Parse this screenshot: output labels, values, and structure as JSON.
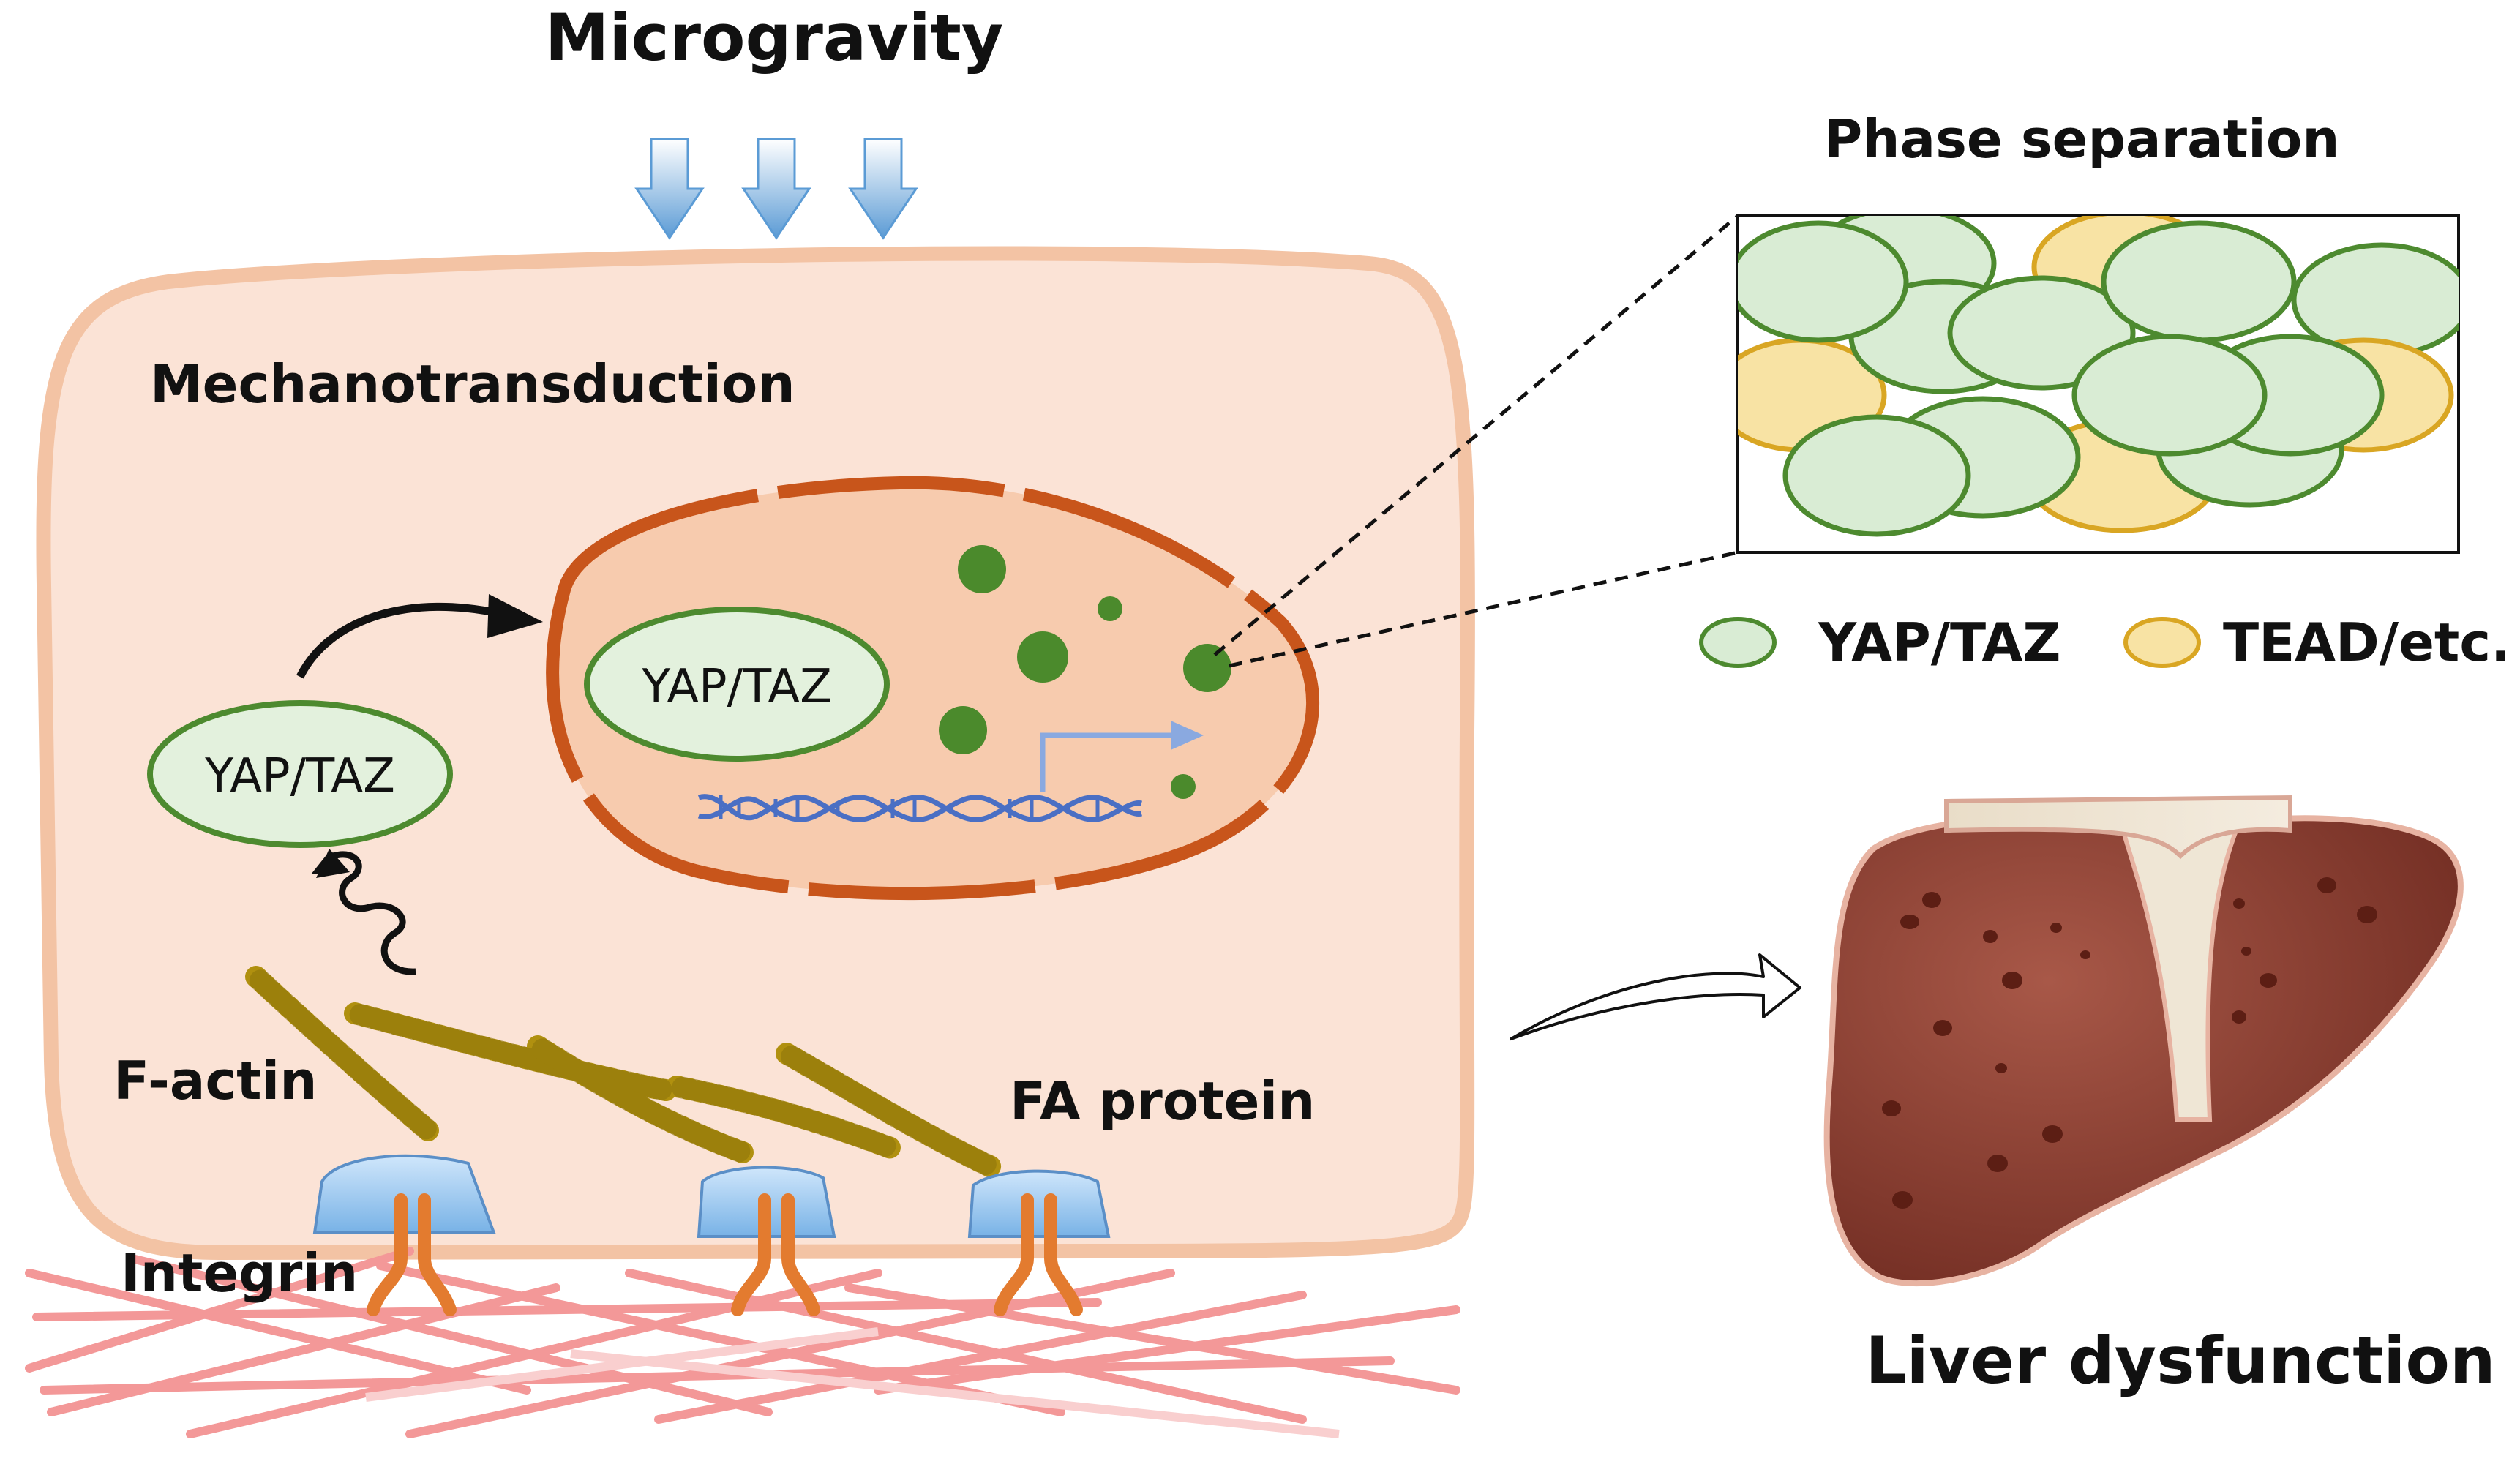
{
  "title": "Microgravity",
  "cell": {
    "process_label": "Mechanotransduction",
    "cytoplasm_protein": "YAP/TAZ",
    "nuclear_protein": "YAP/TAZ",
    "factin_label": "F-actin",
    "fa_protein_label": "FA protein",
    "integrin_label": "Integrin"
  },
  "inset": {
    "title": "Phase separation",
    "legend": [
      {
        "label": "YAP/TAZ",
        "fill": "#d9ecd4",
        "stroke": "#4d8a2f"
      },
      {
        "label": "TEAD/etc.",
        "fill": "#f8e3a4",
        "stroke": "#d9a623"
      }
    ]
  },
  "outcome": "Liver dysfunction",
  "colors": {
    "cell_fill": "#fbe3d6",
    "cell_border": "#f3c3a4",
    "nucleus_fill": "#f7cbae",
    "nucleus_border": "#c8551b",
    "condensate": "#4b8a2c",
    "actin": "#b0900f",
    "integrin": "#e37b2f",
    "fa_protein": "#9ccbf1",
    "ecm": "#f39898",
    "liver": "#8a3c30",
    "arrow_blue": "#5b9bd5"
  },
  "icons": {
    "gravity_arrows": "down-arrow-icon",
    "signal": "squiggle-arrow-icon",
    "translocation": "curved-arrow-icon",
    "transcription": "transcription-arrow-icon",
    "dna": "dna-helix-icon",
    "outcome_arrow": "outline-curved-arrow-icon"
  }
}
